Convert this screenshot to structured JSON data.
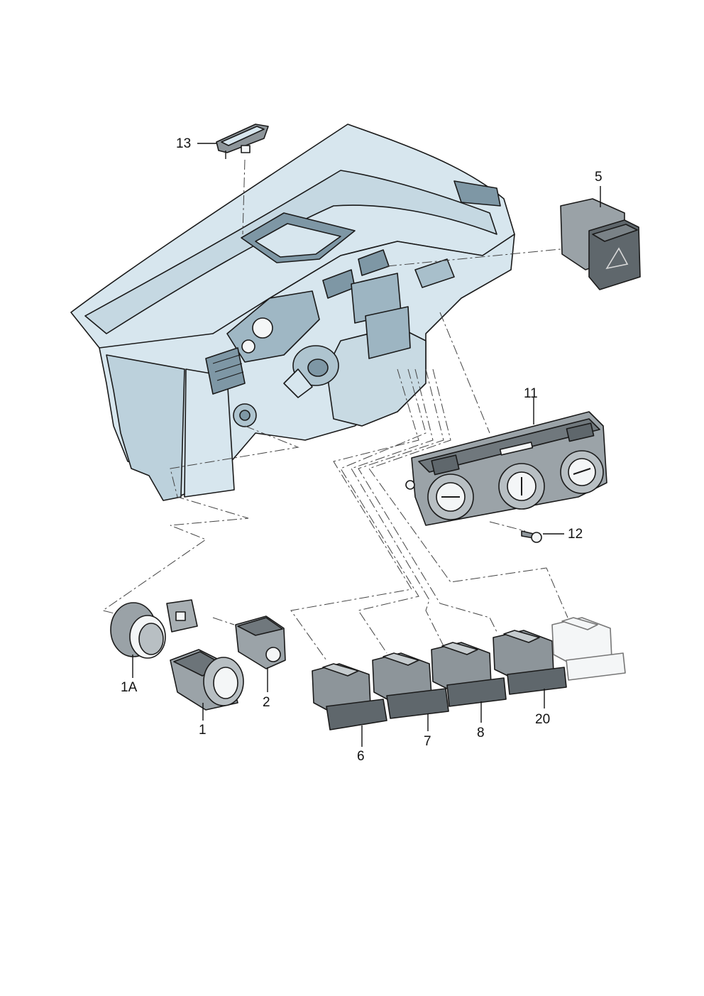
{
  "callouts": {
    "c13": "13",
    "c5": "5",
    "c11": "11",
    "c12": "12",
    "c1A": "1A",
    "c2": "2",
    "c1": "1",
    "c6": "6",
    "c7": "7",
    "c8": "8",
    "c20": "20"
  },
  "icons": {
    "hazard": "warning-triangle-icon"
  },
  "colors": {
    "dashboard": "#d7e6ee",
    "switch_dark": "#5f676c",
    "switch_light": "#f4f6f7"
  }
}
